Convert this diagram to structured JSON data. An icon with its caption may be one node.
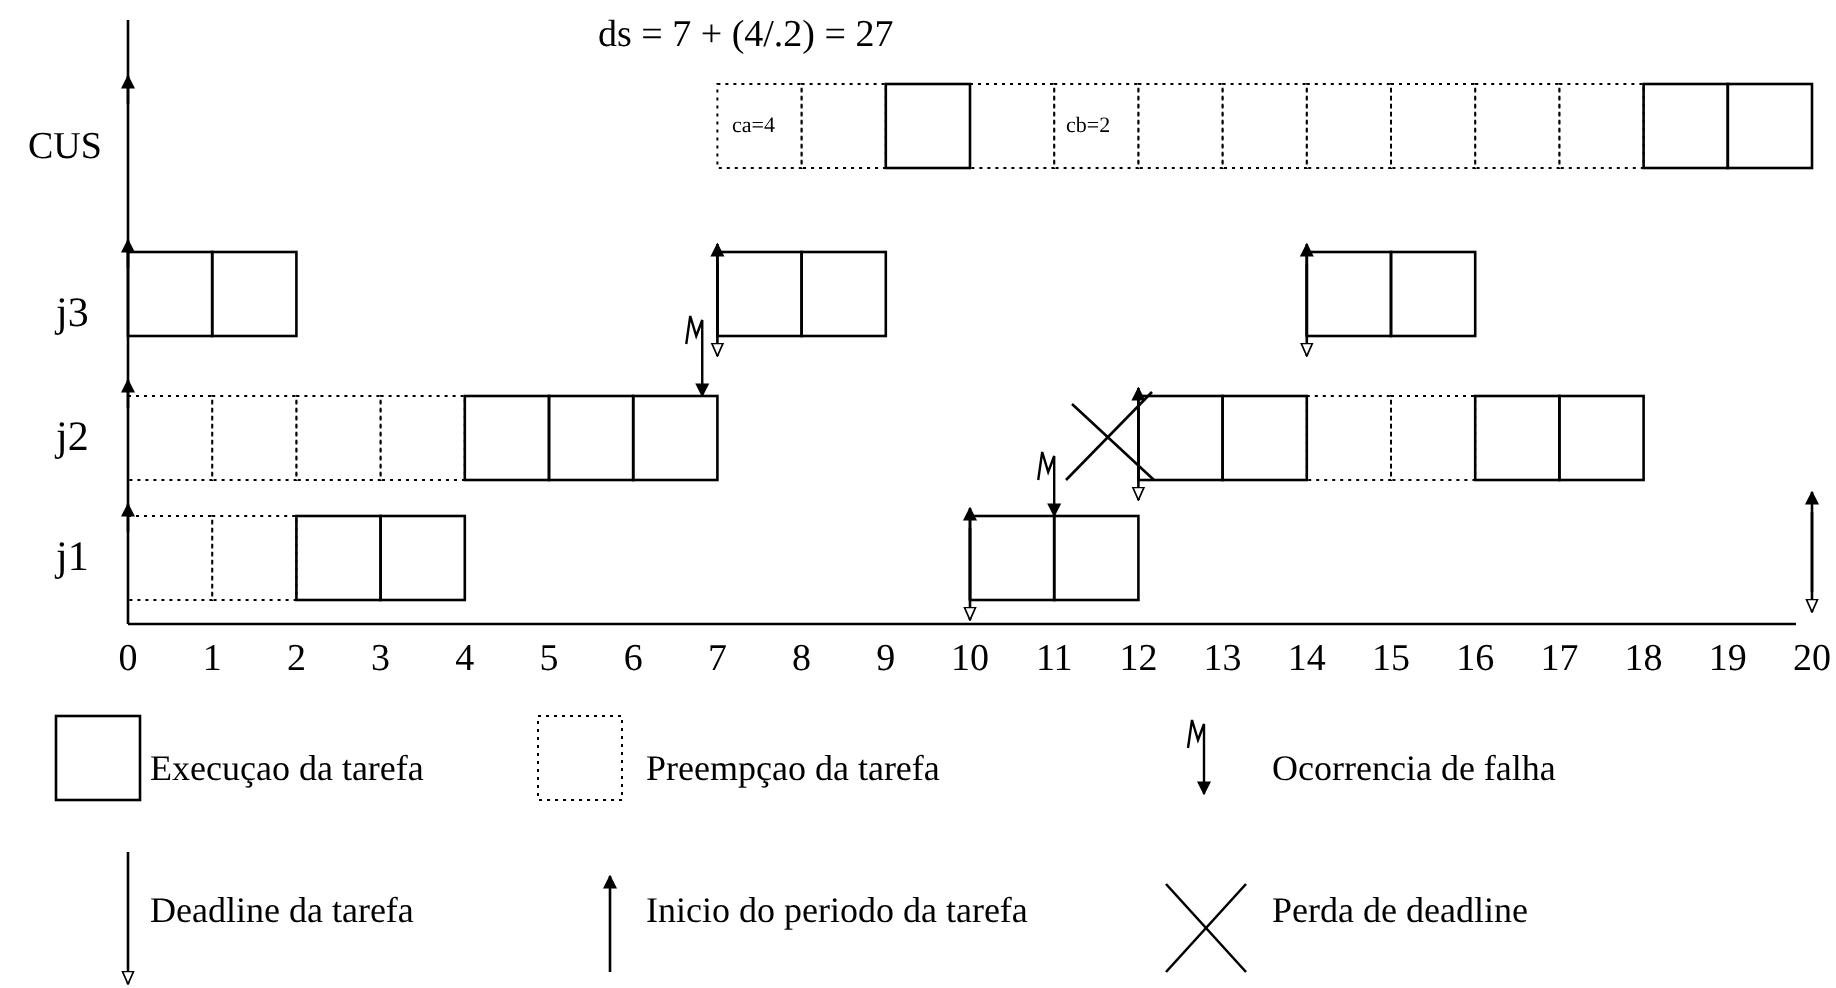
{
  "diagram": {
    "labels": [
      "ds = 7 + (4/.2) = 27",
      "CUS",
      "ca=4",
      "cb=2",
      "j3",
      "j2",
      "j1",
      "0",
      "1",
      "2",
      "3",
      "4",
      "5",
      "6",
      "7",
      "8",
      "9",
      "10",
      "11",
      "12",
      "13",
      "14",
      "15",
      "16",
      "17",
      "18",
      "19",
      "20"
    ],
    "legend": [
      {
        "text": "Execuçao da tarefa"
      },
      {
        "text": "Preempçao da tarefa"
      },
      {
        "text": "Ocorrencia de falha"
      },
      {
        "text": "Deadline da tarefa"
      },
      {
        "text": "Inicio do periodo da tarefa"
      },
      {
        "text": "Perda de deadline"
      }
    ]
  }
}
